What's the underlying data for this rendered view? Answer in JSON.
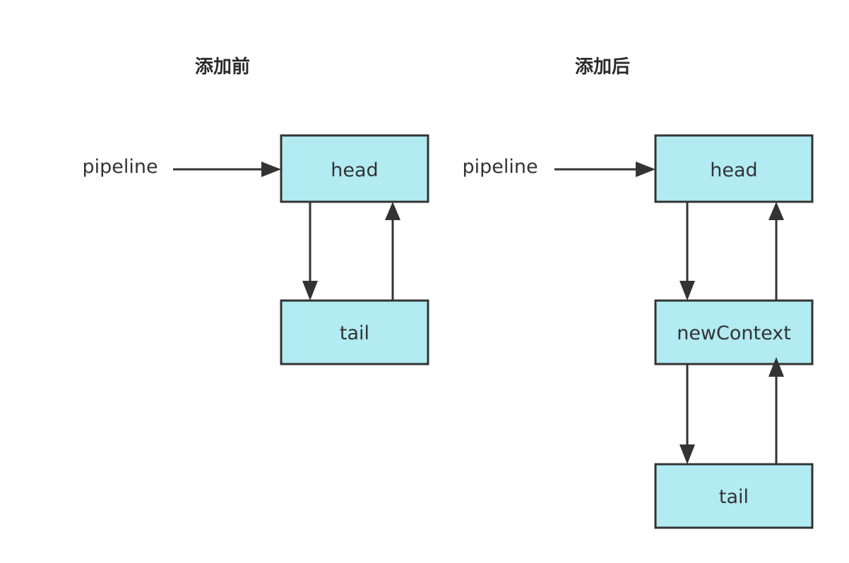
{
  "colors": {
    "node_fill": "#b2ebf2",
    "node_stroke": "#333333",
    "edge": "#333333",
    "text": "#333333"
  },
  "before": {
    "title": "添加前",
    "pointer_label": "pipeline",
    "nodes": {
      "head": "head",
      "tail": "tail"
    }
  },
  "after": {
    "title": "添加后",
    "pointer_label": "pipeline",
    "nodes": {
      "head": "head",
      "new": "newContext",
      "tail": "tail"
    }
  }
}
